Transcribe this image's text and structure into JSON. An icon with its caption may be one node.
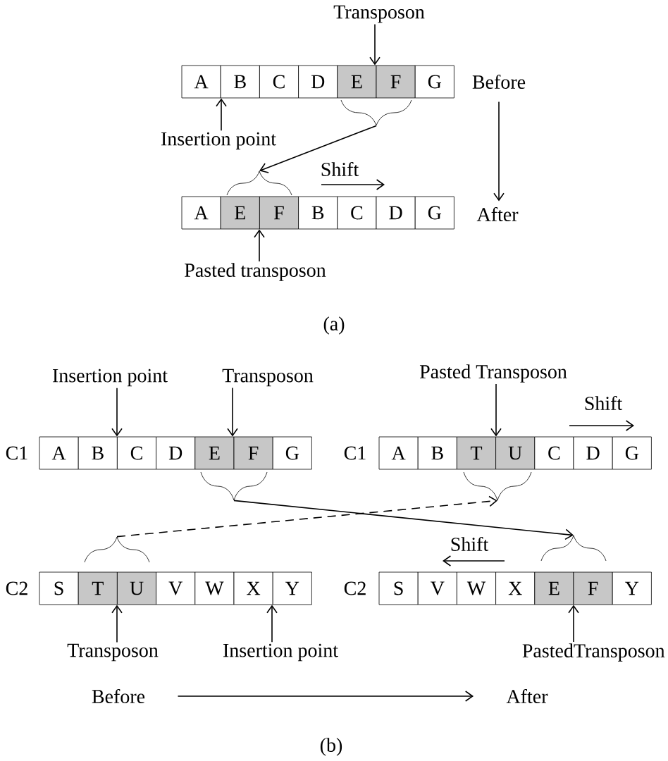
{
  "diagram": {
    "nodes": [
      {
        "text": [
          "Transposon"
        ]
      },
      {
        "text": [
          "A"
        ]
      },
      {
        "text": [
          "B"
        ]
      },
      {
        "text": [
          "C"
        ]
      },
      {
        "text": [
          "D"
        ]
      },
      {
        "text": [
          "E"
        ]
      },
      {
        "text": [
          "F"
        ]
      },
      {
        "text": [
          "G"
        ]
      },
      {
        "text": [
          "Before"
        ]
      },
      {
        "text": [],
        "shape": "brace"
      },
      {
        "text": [
          "Insertion point"
        ]
      },
      {
        "text": [],
        "shape": "brace"
      },
      {
        "text": [
          "A"
        ]
      },
      {
        "text": [
          "E"
        ]
      },
      {
        "text": [
          "F"
        ]
      },
      {
        "text": [
          "B"
        ]
      },
      {
        "text": [
          "C"
        ]
      },
      {
        "text": [
          "D"
        ]
      },
      {
        "text": [
          "G"
        ]
      },
      {
        "text": [
          "After"
        ]
      },
      {
        "text": [
          "Pasted transposon"
        ]
      },
      {
        "text": [
          "Insertion point"
        ]
      },
      {
        "text": [
          "Transposon"
        ]
      },
      {
        "text": [
          "Pasted Transposon"
        ]
      },
      {
        "text": [
          "A"
        ]
      },
      {
        "text": [
          "B"
        ]
      },
      {
        "text": [
          "C"
        ]
      },
      {
        "text": [
          "D"
        ]
      },
      {
        "text": [
          "E"
        ]
      },
      {
        "text": [
          "F"
        ]
      },
      {
        "text": [
          "G"
        ]
      },
      {
        "text": [
          "A"
        ]
      },
      {
        "text": [
          "B"
        ]
      },
      {
        "text": [
          "T"
        ]
      },
      {
        "text": [
          "U"
        ]
      },
      {
        "text": [
          "C"
        ]
      },
      {
        "text": [
          "D"
        ]
      },
      {
        "text": [
          "G"
        ]
      },
      {
        "text": [],
        "shape": "brace"
      },
      {
        "text": [],
        "shape": "brace"
      },
      {
        "text": [],
        "shape": "brace"
      },
      {
        "text": [],
        "shape": "brace"
      },
      {
        "text": [
          "S"
        ]
      },
      {
        "text": [
          "T"
        ]
      },
      {
        "text": [
          "U"
        ]
      },
      {
        "text": [
          "V"
        ]
      },
      {
        "text": [
          "W"
        ]
      },
      {
        "text": [
          "X"
        ]
      },
      {
        "text": [
          "Y"
        ]
      },
      {
        "text": [
          "S"
        ]
      },
      {
        "text": [
          "V"
        ]
      },
      {
        "text": [
          "W"
        ]
      },
      {
        "text": [
          "X"
        ]
      },
      {
        "text": [
          "E"
        ]
      },
      {
        "text": [
          "F"
        ]
      },
      {
        "text": [
          "Y"
        ]
      },
      {
        "text": [
          "Transposon"
        ]
      },
      {
        "text": [
          "Insertion point"
        ]
      },
      {
        "text": [
          "PastedTransposon"
        ]
      },
      {
        "text": [
          "Before"
        ]
      },
      {
        "text": [
          "After"
        ]
      }
    ],
    "edges": [
      {
        "from": 0,
        "to": 6,
        "arrow": "to"
      },
      {
        "from": 10,
        "to": 1,
        "arrow": "to"
      },
      {
        "from": 9,
        "to": 11,
        "arrow": "to"
      },
      {
        "from": 8,
        "to": 19,
        "arrow": "to"
      },
      {
        "from": 20,
        "to": 14,
        "arrow": "to"
      },
      {
        "from": 21,
        "to": 26,
        "arrow": "to"
      },
      {
        "from": 22,
        "to": 29,
        "arrow": "to"
      },
      {
        "from": 23,
        "to": 33,
        "arrow": "to"
      },
      {
        "from": 38,
        "to": 41,
        "arrow": "to"
      },
      {
        "from": 40,
        "to": 39,
        "arrow": "to",
        "style": "dashed"
      },
      {
        "from": 56,
        "to": 44,
        "arrow": "to"
      },
      {
        "from": 57,
        "to": 47,
        "arrow": "to"
      },
      {
        "from": 58,
        "to": 53,
        "arrow": "to"
      },
      {
        "from": 59,
        "to": 60,
        "arrow": "to"
      }
    ],
    "labels": [
      "Shift",
      "(a)",
      "C1",
      "C1",
      "Shift",
      "Shift",
      "C2",
      "C2",
      "(b)"
    ]
  }
}
